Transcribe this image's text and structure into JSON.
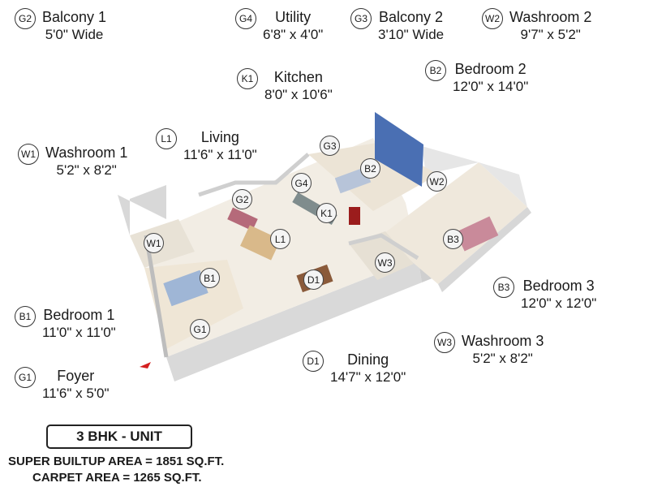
{
  "legend": [
    {
      "code": "G2",
      "name": "Balcony 1",
      "dim": "5'0\" Wide"
    },
    {
      "code": "G4",
      "name": "Utility",
      "dim": "6'8\" x 4'0\""
    },
    {
      "code": "G3",
      "name": "Balcony 2",
      "dim": "3'10\" Wide"
    },
    {
      "code": "W2",
      "name": "Washroom 2",
      "dim": "9'7\" x 5'2\""
    },
    {
      "code": "B2",
      "name": "Bedroom 2",
      "dim": "12'0\" x 14'0\""
    },
    {
      "code": "K1",
      "name": "Kitchen",
      "dim": "8'0\" x 10'6\""
    },
    {
      "code": "L1",
      "name": "Living",
      "dim": "11'6\" x 11'0\""
    },
    {
      "code": "W1",
      "name": "Washroom 1",
      "dim": "5'2\" x 8'2\""
    },
    {
      "code": "B3",
      "name": "Bedroom 3",
      "dim": "12'0\" x 12'0\""
    },
    {
      "code": "B1",
      "name": "Bedroom 1",
      "dim": "11'0\" x 11'0\""
    },
    {
      "code": "W3",
      "name": "Washroom 3",
      "dim": "5'2\" x 8'2\""
    },
    {
      "code": "D1",
      "name": "Dining",
      "dim": "14'7\" x 12'0\""
    },
    {
      "code": "G1",
      "name": "Foyer",
      "dim": "11'6\" x 5'0\""
    }
  ],
  "plan_badges": [
    "G3",
    "B2",
    "W2",
    "G4",
    "K1",
    "G2",
    "L1",
    "W1",
    "B1",
    "D1",
    "B3",
    "W3",
    "G1"
  ],
  "unit_label": "3 BHK - UNIT",
  "super_area": "SUPER BUILTUP AREA = 1851 SQ.FT.",
  "carpet_area": "CARPET AREA = 1265 SQ.FT.",
  "colors": {
    "accent_wall": "#4a6fb3",
    "floor": "#f2ede4",
    "wall": "#e4e4e4",
    "entry_arrow": "#d42020"
  }
}
